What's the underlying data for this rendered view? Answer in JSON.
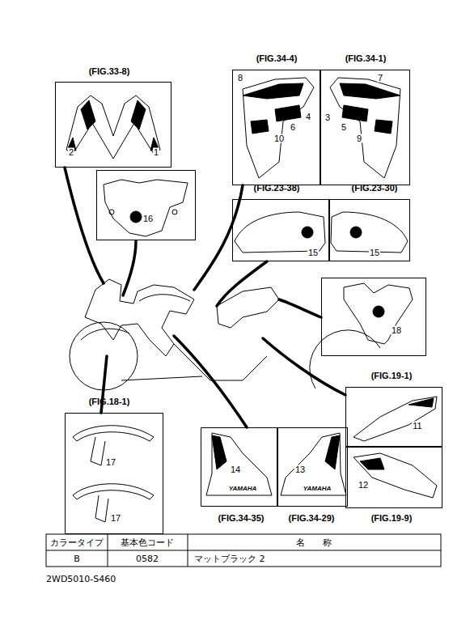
{
  "diagram": {
    "nodes": [
      {
        "text": [
          "(FIG.33-8)",
          "2",
          "1"
        ]
      },
      {
        "text": [
          "16"
        ]
      },
      {
        "text": [
          "(FIG.34-4)",
          "8",
          "4",
          "6",
          "10"
        ]
      },
      {
        "text": [
          "(FIG.34-1)",
          "7",
          "3",
          "5",
          "9"
        ]
      },
      {
        "text": [
          "(FIG.23-38)",
          "15"
        ]
      },
      {
        "text": [
          "(FIG.23-30)",
          "15"
        ]
      },
      {
        "text": [
          "18"
        ]
      },
      {
        "text": [
          "(FIG.19-1)",
          "11"
        ]
      },
      {
        "text": [
          "(FIG.18-1)",
          "17",
          "17"
        ]
      },
      {
        "text": [
          "14",
          "YAMAHA",
          "(FIG.34-35)"
        ]
      },
      {
        "text": [
          "13",
          "YAMAHA",
          "(FIG.34-29)"
        ]
      },
      {
        "text": [
          "12",
          "(FIG.19-9)"
        ]
      }
    ],
    "labels": [
      "カラータイプ",
      "基本色コード",
      "名　　称",
      "B",
      "0582",
      "マットブラック 2",
      "2WD5010-S460"
    ]
  }
}
